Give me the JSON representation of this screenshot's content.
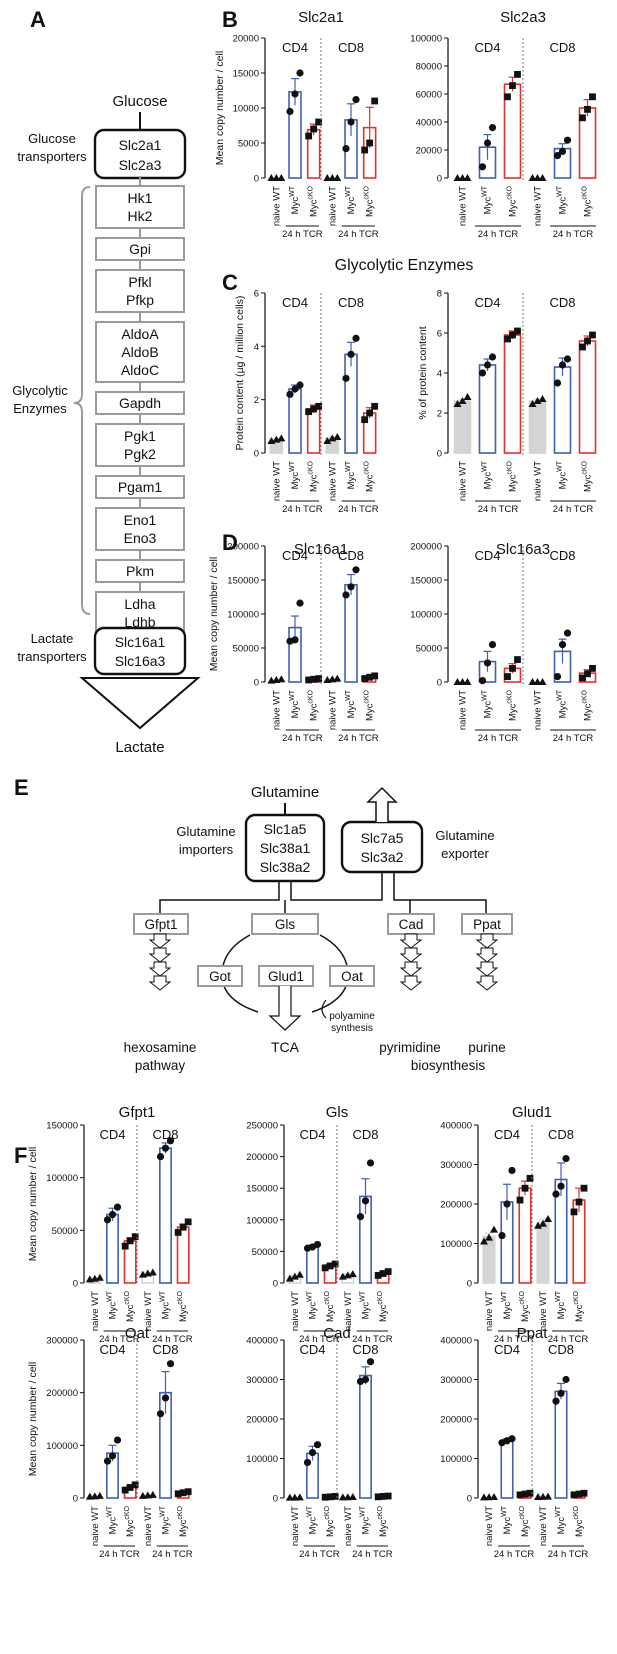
{
  "figure": {
    "panel_labels": [
      "A",
      "B",
      "C",
      "D",
      "E",
      "F"
    ]
  },
  "panel_a": {
    "top": "Glucose",
    "bottom": "Lactate",
    "left_labels": {
      "glucose_transporters": [
        "Glucose",
        "transporters"
      ],
      "glycolytic_enzymes": [
        "Glycolytic",
        "Enzymes"
      ],
      "lactate_transporters": [
        "Lactate",
        "transporters"
      ]
    },
    "transporter_box": [
      "Slc2a1",
      "Slc2a3"
    ],
    "enzyme_boxes": [
      [
        "Hk1",
        "Hk2"
      ],
      [
        "Gpi"
      ],
      [
        "Pfkl",
        "Pfkp"
      ],
      [
        "AldoA",
        "AldoB",
        "AldoC"
      ],
      [
        "Gapdh"
      ],
      [
        "Pgk1",
        "Pgk2"
      ],
      [
        "Pgam1"
      ],
      [
        "Eno1",
        "Eno3"
      ],
      [
        "Pkm"
      ],
      [
        "Ldha",
        "Ldhb"
      ]
    ],
    "lactate_box": [
      "Slc16a1",
      "Slc16a3"
    ]
  },
  "panel_c_title": "Glycolytic Enzymes",
  "panel_e": {
    "glutamine": "Glutamine",
    "importers_label": [
      "Glutamine",
      "importers"
    ],
    "importers_box": [
      "Slc1a5",
      "Slc38a1",
      "Slc38a2"
    ],
    "exporter_label": [
      "Glutamine",
      "exporter"
    ],
    "exporter_box": [
      "Slc7a5",
      "Slc3a2"
    ],
    "enzymes": [
      "Gfpt1",
      "Gls",
      "Cad",
      "Ppat",
      "Got",
      "Glud1",
      "Oat"
    ],
    "outputs": {
      "hexosamine": [
        "hexosamine",
        "pathway"
      ],
      "tca": "TCA",
      "polyamine": [
        "polyamine",
        "synthesis"
      ],
      "pyrimidine": "pyrimidine",
      "purine": "purine",
      "biosynthesis": "biosynthesis"
    }
  },
  "axis_common": {
    "groups": [
      "CD4",
      "CD8"
    ],
    "x_cats": [
      "naive WT",
      "Myc",
      "Myc"
    ],
    "x_sups": [
      "",
      "WT",
      "cKO"
    ],
    "tcr_label": "24 h TCR"
  },
  "colors": {
    "naive_fill": "#d4d4d4",
    "naive_edge": "#d4d4d4",
    "wt_edge": "#3f5fad",
    "cko_edge": "#e2312b",
    "dot": "#111111"
  },
  "chart_data": [
    {
      "id": "B1",
      "type": "bar",
      "title": "Slc2a1",
      "ylabel": "Mean copy number / cell",
      "ylim": [
        0,
        20000
      ],
      "yticks": [
        0,
        5000,
        10000,
        15000,
        20000
      ],
      "groups": [
        "CD4",
        "CD8"
      ],
      "categories": [
        "naive WT",
        "MycWT",
        "MycKO"
      ],
      "values": [
        [
          0,
          12300,
          6900
        ],
        [
          0,
          8300,
          7200
        ]
      ],
      "errors": [
        [
          0,
          1900,
          800
        ],
        [
          0,
          2300,
          2900
        ]
      ],
      "points": [
        [
          [
            0,
            0,
            0
          ],
          [
            9500,
            12000,
            15000
          ],
          [
            6000,
            7000,
            8000
          ]
        ],
        [
          [
            0,
            0,
            0
          ],
          [
            4200,
            8000,
            11200
          ],
          [
            4000,
            5000,
            11000
          ]
        ]
      ],
      "fills": [
        [
          false,
          false,
          false
        ],
        [
          false,
          false,
          false
        ]
      ]
    },
    {
      "id": "B2",
      "type": "bar",
      "title": "Slc2a3",
      "ylabel": "",
      "ylim": [
        0,
        100000
      ],
      "yticks": [
        0,
        20000,
        40000,
        60000,
        80000,
        100000
      ],
      "groups": [
        "CD4",
        "CD8"
      ],
      "categories": [
        "naive WT",
        "MycWT",
        "MycKO"
      ],
      "values": [
        [
          0,
          22000,
          67000
        ],
        [
          0,
          21000,
          50000
        ]
      ],
      "errors": [
        [
          0,
          9000,
          5000
        ],
        [
          0,
          3500,
          6000
        ]
      ],
      "points": [
        [
          [
            0,
            0,
            0
          ],
          [
            8000,
            25000,
            36000
          ],
          [
            58000,
            66000,
            74000
          ]
        ],
        [
          [
            0,
            0,
            0
          ],
          [
            16000,
            19000,
            27000
          ],
          [
            43000,
            49000,
            58000
          ]
        ]
      ],
      "fills": [
        [
          false,
          false,
          false
        ],
        [
          false,
          false,
          false
        ]
      ]
    },
    {
      "id": "C1",
      "type": "bar",
      "title": "",
      "ylabel": "Protein content (µg / million cells)",
      "ylim": [
        0,
        6
      ],
      "yticks": [
        0,
        2,
        4,
        6
      ],
      "groups": [
        "CD4",
        "CD8"
      ],
      "categories": [
        "naive WT",
        "MycWT",
        "MycKO"
      ],
      "values": [
        [
          0.5,
          2.4,
          1.65
        ],
        [
          0.55,
          3.7,
          1.5
        ]
      ],
      "errors": [
        [
          0.05,
          0.15,
          0.15
        ],
        [
          0.05,
          0.45,
          0.2
        ]
      ],
      "points": [
        [
          [
            0.45,
            0.5,
            0.55
          ],
          [
            2.2,
            2.4,
            2.55
          ],
          [
            1.55,
            1.65,
            1.75
          ]
        ],
        [
          [
            0.45,
            0.55,
            0.6
          ],
          [
            2.8,
            3.7,
            4.3
          ],
          [
            1.25,
            1.5,
            1.75
          ]
        ]
      ],
      "fills": [
        [
          true,
          false,
          false
        ],
        [
          true,
          false,
          false
        ]
      ]
    },
    {
      "id": "C2",
      "type": "bar",
      "title": "",
      "ylabel": "% of protein content",
      "ylim": [
        0,
        8
      ],
      "yticks": [
        0,
        2,
        4,
        6,
        8
      ],
      "groups": [
        "CD4",
        "CD8"
      ],
      "categories": [
        "naive WT",
        "MycWT",
        "MycKO"
      ],
      "values": [
        [
          2.6,
          4.4,
          5.9
        ],
        [
          2.6,
          4.3,
          5.6
        ]
      ],
      "errors": [
        [
          0.1,
          0.3,
          0.2
        ],
        [
          0.1,
          0.45,
          0.25
        ]
      ],
      "points": [
        [
          [
            2.45,
            2.6,
            2.8
          ],
          [
            4.0,
            4.4,
            4.8
          ],
          [
            5.7,
            5.9,
            6.1
          ]
        ],
        [
          [
            2.45,
            2.6,
            2.7
          ],
          [
            3.5,
            4.4,
            4.7
          ],
          [
            5.3,
            5.6,
            5.9
          ]
        ]
      ],
      "fills": [
        [
          true,
          false,
          false
        ],
        [
          true,
          false,
          false
        ]
      ]
    },
    {
      "id": "D1",
      "type": "bar",
      "title": "Slc16a1",
      "ylabel": "Mean copy number / cell",
      "ylim": [
        0,
        200000
      ],
      "yticks": [
        0,
        50000,
        100000,
        150000,
        200000
      ],
      "groups": [
        "CD4",
        "CD8"
      ],
      "categories": [
        "naive WT",
        "MycWT",
        "MycKO"
      ],
      "values": [
        [
          3000,
          80000,
          4000
        ],
        [
          4000,
          143000,
          7000
        ]
      ],
      "errors": [
        [
          500,
          17000,
          1000
        ],
        [
          500,
          15000,
          2000
        ]
      ],
      "points": [
        [
          [
            2000,
            3000,
            4000
          ],
          [
            60000,
            62000,
            116000
          ],
          [
            3000,
            4000,
            5000
          ]
        ],
        [
          [
            3000,
            4000,
            5000
          ],
          [
            128000,
            140000,
            165000
          ],
          [
            5000,
            7000,
            9000
          ]
        ]
      ],
      "fills": [
        [
          false,
          false,
          false
        ],
        [
          false,
          false,
          false
        ]
      ]
    },
    {
      "id": "D2",
      "type": "bar",
      "title": "Slc16a3",
      "ylabel": "",
      "ylim": [
        0,
        200000
      ],
      "yticks": [
        0,
        50000,
        100000,
        150000,
        200000
      ],
      "groups": [
        "CD4",
        "CD8"
      ],
      "categories": [
        "naive WT",
        "MycWT",
        "MycKO"
      ],
      "values": [
        [
          0,
          30000,
          20000
        ],
        [
          0,
          45000,
          13000
        ]
      ],
      "errors": [
        [
          0,
          15000,
          7000
        ],
        [
          0,
          18000,
          5000
        ]
      ],
      "points": [
        [
          [
            0,
            0,
            0
          ],
          [
            2000,
            28000,
            55000
          ],
          [
            8000,
            20000,
            33000
          ]
        ],
        [
          [
            0,
            0,
            0
          ],
          [
            8000,
            55000,
            72000
          ],
          [
            6000,
            12000,
            20000
          ]
        ]
      ],
      "fills": [
        [
          false,
          false,
          false
        ],
        [
          false,
          false,
          false
        ]
      ]
    },
    {
      "id": "F1",
      "type": "bar",
      "title": "Gfpt1",
      "ylabel": "Mean copy number / cell",
      "ylim": [
        0,
        150000
      ],
      "yticks": [
        0,
        50000,
        100000,
        150000
      ],
      "groups": [
        "CD4",
        "CD8"
      ],
      "categories": [
        "naive WT",
        "MycWT",
        "MycKO"
      ],
      "values": [
        [
          4000,
          65000,
          40000
        ],
        [
          9000,
          128000,
          53000
        ]
      ],
      "errors": [
        [
          500,
          6000,
          3000
        ],
        [
          700,
          5000,
          3000
        ]
      ],
      "points": [
        [
          [
            3500,
            4000,
            5000
          ],
          [
            60000,
            65000,
            72000
          ],
          [
            35000,
            40000,
            44000
          ]
        ],
        [
          [
            8000,
            9000,
            10000
          ],
          [
            120000,
            128000,
            135000
          ],
          [
            48000,
            53000,
            58000
          ]
        ]
      ],
      "fills": [
        [
          false,
          false,
          false
        ],
        [
          false,
          false,
          false
        ]
      ]
    },
    {
      "id": "F2",
      "type": "bar",
      "title": "Gls",
      "ylabel": "",
      "ylim": [
        0,
        250000
      ],
      "yticks": [
        0,
        50000,
        100000,
        150000,
        200000,
        250000
      ],
      "groups": [
        "CD4",
        "CD8"
      ],
      "categories": [
        "naive WT",
        "MycWT",
        "MycKO"
      ],
      "values": [
        [
          10000,
          57000,
          27000
        ],
        [
          12000,
          137000,
          15000
        ]
      ],
      "errors": [
        [
          2000,
          3000,
          3000
        ],
        [
          2000,
          28000,
          3000
        ]
      ],
      "points": [
        [
          [
            7000,
            10000,
            13000
          ],
          [
            55000,
            57000,
            61000
          ],
          [
            24000,
            27000,
            30000
          ]
        ],
        [
          [
            10000,
            12000,
            14000
          ],
          [
            105000,
            130000,
            190000
          ],
          [
            12000,
            15000,
            18000
          ]
        ]
      ],
      "fills": [
        [
          false,
          false,
          false
        ],
        [
          false,
          false,
          false
        ]
      ]
    },
    {
      "id": "F3",
      "type": "bar",
      "title": "Glud1",
      "ylabel": "",
      "ylim": [
        0,
        400000
      ],
      "yticks": [
        0,
        100000,
        200000,
        300000,
        400000
      ],
      "groups": [
        "CD4",
        "CD8"
      ],
      "categories": [
        "naive WT",
        "MycWT",
        "MycKO"
      ],
      "values": [
        [
          118000,
          205000,
          240000
        ],
        [
          152000,
          262000,
          210000
        ]
      ],
      "errors": [
        [
          8000,
          45000,
          18000
        ],
        [
          10000,
          42000,
          30000
        ]
      ],
      "points": [
        [
          [
            105000,
            115000,
            135000
          ],
          [
            120000,
            200000,
            285000
          ],
          [
            210000,
            240000,
            265000
          ]
        ],
        [
          [
            145000,
            150000,
            162000
          ],
          [
            225000,
            245000,
            315000
          ],
          [
            180000,
            205000,
            240000
          ]
        ]
      ],
      "fills": [
        [
          true,
          false,
          false
        ],
        [
          true,
          false,
          false
        ]
      ]
    },
    {
      "id": "F4",
      "type": "bar",
      "title": "Oat",
      "ylabel": "Mean copy number / cell",
      "ylim": [
        0,
        300000
      ],
      "yticks": [
        0,
        100000,
        200000,
        300000
      ],
      "groups": [
        "CD4",
        "CD8"
      ],
      "categories": [
        "naive WT",
        "MycWT",
        "MycKO"
      ],
      "values": [
        [
          3000,
          85000,
          20000
        ],
        [
          5000,
          200000,
          10000
        ]
      ],
      "errors": [
        [
          500,
          15000,
          4000
        ],
        [
          700,
          40000,
          2000
        ]
      ],
      "points": [
        [
          [
            2500,
            3000,
            4000
          ],
          [
            70000,
            80000,
            110000
          ],
          [
            15000,
            20000,
            25000
          ]
        ],
        [
          [
            4000,
            5000,
            6000
          ],
          [
            160000,
            190000,
            255000
          ],
          [
            8000,
            10000,
            12000
          ]
        ]
      ],
      "fills": [
        [
          false,
          false,
          false
        ],
        [
          false,
          false,
          false
        ]
      ]
    },
    {
      "id": "F5",
      "type": "bar",
      "title": "Cad",
      "ylabel": "",
      "ylim": [
        0,
        400000
      ],
      "yticks": [
        0,
        100000,
        200000,
        300000,
        400000
      ],
      "groups": [
        "CD4",
        "CD8"
      ],
      "categories": [
        "naive WT",
        "MycWT",
        "MycKO"
      ],
      "values": [
        [
          1000,
          113000,
          3000
        ],
        [
          2000,
          310000,
          4000
        ]
      ],
      "errors": [
        [
          300,
          18000,
          800
        ],
        [
          400,
          22000,
          900
        ]
      ],
      "points": [
        [
          [
            800,
            1000,
            1500
          ],
          [
            90000,
            115000,
            135000
          ],
          [
            2000,
            3000,
            4000
          ]
        ],
        [
          [
            1500,
            2000,
            2500
          ],
          [
            295000,
            300000,
            345000
          ],
          [
            3000,
            4000,
            5000
          ]
        ]
      ],
      "fills": [
        [
          false,
          false,
          false
        ],
        [
          false,
          false,
          false
        ]
      ]
    },
    {
      "id": "F6",
      "type": "bar",
      "title": "Ppat",
      "ylabel": "",
      "ylim": [
        0,
        400000
      ],
      "yticks": [
        0,
        100000,
        200000,
        300000,
        400000
      ],
      "groups": [
        "CD4",
        "CD8"
      ],
      "categories": [
        "naive WT",
        "MycWT",
        "MycKO"
      ],
      "values": [
        [
          2000,
          145000,
          10000
        ],
        [
          3000,
          270000,
          10000
        ]
      ],
      "errors": [
        [
          400,
          5000,
          2000
        ],
        [
          500,
          20000,
          2000
        ]
      ],
      "points": [
        [
          [
            1500,
            2000,
            2500
          ],
          [
            140000,
            145000,
            150000
          ],
          [
            8000,
            10000,
            12000
          ]
        ],
        [
          [
            2500,
            3000,
            3500
          ],
          [
            245000,
            265000,
            300000
          ],
          [
            8000,
            10000,
            12000
          ]
        ]
      ],
      "fills": [
        [
          false,
          false,
          false
        ],
        [
          false,
          false,
          false
        ]
      ]
    }
  ]
}
